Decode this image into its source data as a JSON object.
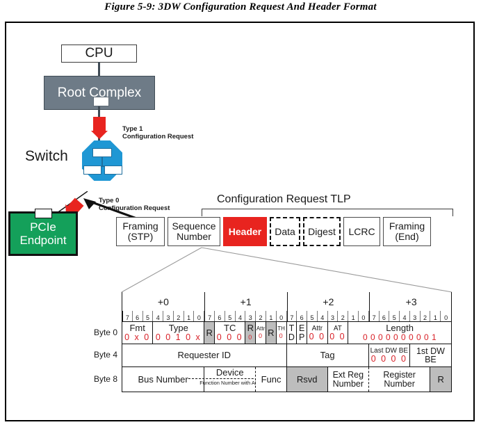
{
  "figure": {
    "title": "Figure 5-9: 3DW Configuration Request And Header Format"
  },
  "topology": {
    "cpu_label": "CPU",
    "root_complex_label": "Root Complex",
    "switch_label": "Switch",
    "endpoint_label": "PCIe\nEndpoint",
    "type1_label": "Type 1\nConfiguration Request",
    "type0_label": "Type 0\nConfiguration Request"
  },
  "tlp": {
    "title": "Configuration Request TLP",
    "cells": [
      {
        "label": "Framing\n(STP)",
        "style": "solid",
        "width": 70
      },
      {
        "label": "Sequence\nNumber",
        "style": "solid",
        "width": 76
      },
      {
        "label": "Header",
        "style": "highlight",
        "width": 63
      },
      {
        "label": "Data",
        "style": "dashed",
        "width": 44
      },
      {
        "label": "Digest",
        "style": "dashed",
        "width": 54
      },
      {
        "label": "LCRC",
        "style": "solid",
        "width": 53
      },
      {
        "label": "Framing\n(End)",
        "style": "solid",
        "width": 69
      }
    ]
  },
  "header_table": {
    "byte_offsets": [
      "+0",
      "+1",
      "+2",
      "+3"
    ],
    "bit_numbers": [
      "7",
      "6",
      "5",
      "4",
      "3",
      "2",
      "1",
      "0"
    ],
    "row_labels": [
      "Byte 0",
      "Byte 4",
      "Byte 8"
    ],
    "rows": [
      {
        "label": "Byte 0",
        "fields": [
          {
            "name": "Fmt",
            "value": "0 x 0",
            "bits": 3,
            "fill": "white",
            "size": "normal"
          },
          {
            "name": "Type",
            "value": "0 0 1 0 x",
            "bits": 5,
            "fill": "white",
            "size": "normal"
          },
          {
            "name": "R",
            "value": "",
            "bits": 1,
            "fill": "gray",
            "size": "normal"
          },
          {
            "name": "TC",
            "value": "0 0 0",
            "bits": 3,
            "fill": "white",
            "size": "normal"
          },
          {
            "name": "R",
            "value": "0",
            "bits": 1,
            "fill": "gray",
            "size": "normal"
          },
          {
            "name": "Attr",
            "value": "0",
            "bits": 1,
            "fill": "white",
            "size": "xs"
          },
          {
            "name": "R",
            "value": "",
            "bits": 1,
            "fill": "gray",
            "size": "normal"
          },
          {
            "name": "TH",
            "value": "0",
            "bits": 1,
            "fill": "white",
            "size": "xs"
          },
          {
            "name": "T\nD",
            "value": "",
            "bits": 1,
            "fill": "white",
            "size": "stack"
          },
          {
            "name": "E\nP",
            "value": "",
            "bits": 1,
            "fill": "white",
            "size": "stack"
          },
          {
            "name": "Attr",
            "value": "0 0",
            "bits": 2,
            "fill": "white",
            "size": "sm"
          },
          {
            "name": "AT",
            "value": "0 0",
            "bits": 2,
            "fill": "white",
            "size": "sm"
          },
          {
            "name": "Length",
            "value": "0 0 0 0 0 0 0 0 0 1",
            "bits": 10,
            "fill": "white",
            "size": "normal"
          }
        ]
      },
      {
        "label": "Byte 4",
        "fields": [
          {
            "name": "Requester ID",
            "value": "",
            "bits": 16,
            "fill": "white",
            "size": "normal"
          },
          {
            "name": "Tag",
            "value": "",
            "bits": 8,
            "fill": "white",
            "size": "normal"
          },
          {
            "name": "Last DW BE",
            "value": "0 0 0 0",
            "bits": 4,
            "fill": "white",
            "size": "sm"
          },
          {
            "name": "1st DW\nBE",
            "value": "",
            "bits": 4,
            "fill": "white",
            "size": "two"
          }
        ]
      },
      {
        "label": "Byte 8",
        "fields": [
          {
            "name": "Bus Number",
            "value": "",
            "bits": 8,
            "fill": "white",
            "size": "normal"
          },
          {
            "name": "Device",
            "value": "",
            "bits": 5,
            "fill": "white",
            "size": "normal",
            "sub": "Function Number with ARI",
            "dash_right": true
          },
          {
            "name": "Func",
            "value": "",
            "bits": 3,
            "fill": "white",
            "size": "normal"
          },
          {
            "name": "Rsvd",
            "value": "",
            "bits": 4,
            "fill": "gray",
            "size": "normal"
          },
          {
            "name": "Ext Reg\nNumber",
            "value": "",
            "bits": 4,
            "fill": "white",
            "size": "two",
            "dash_right": true
          },
          {
            "name": "Register\nNumber",
            "value": "",
            "bits": 6,
            "fill": "white",
            "size": "two"
          },
          {
            "name": "R",
            "value": "",
            "bits": 2,
            "fill": "gray",
            "size": "normal"
          }
        ]
      }
    ]
  },
  "colors": {
    "packet_red": "#e8241f",
    "header_red": "#e8241f",
    "value_red": "#d81f26",
    "switch_blue": "#1f97d4",
    "root_complex_gray": "#6e7b87",
    "endpoint_green": "#14a05a",
    "reserved_gray": "#bdbdbd"
  }
}
